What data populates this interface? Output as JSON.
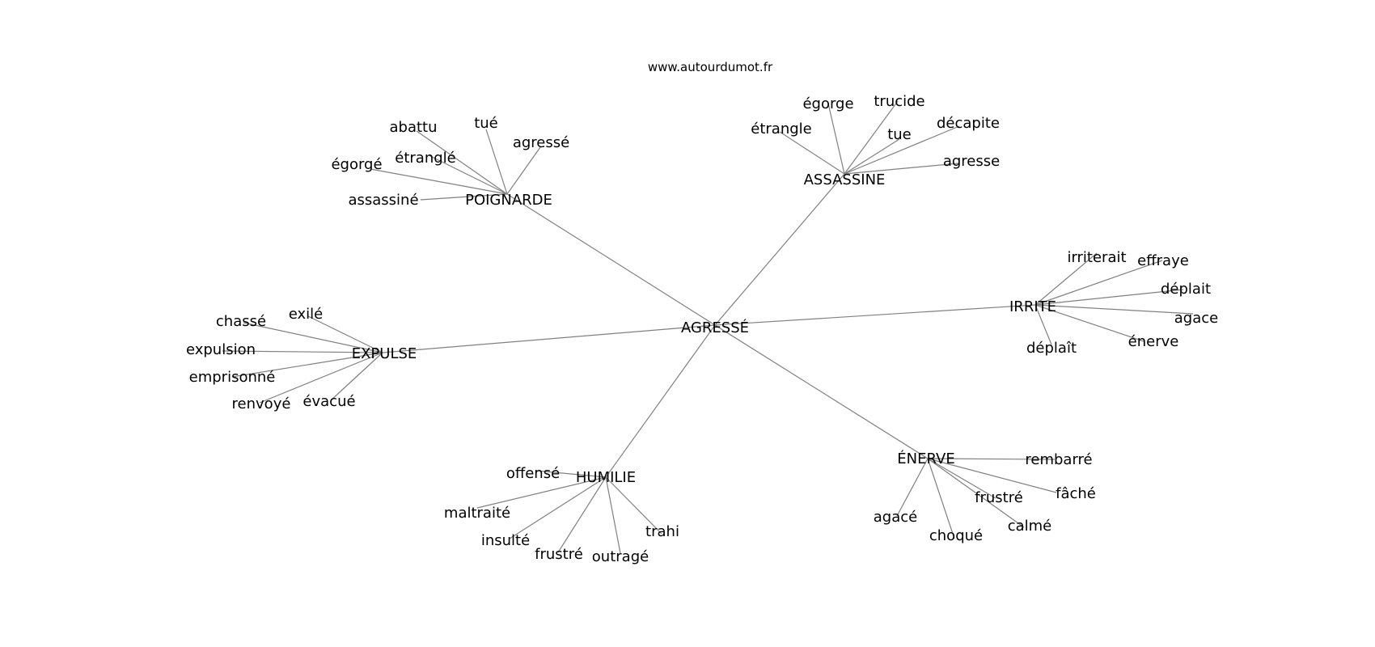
{
  "site_credit": "www.autourdumot.fr",
  "graph": {
    "center": {
      "id": "agresse",
      "label": "AGRESSÉ"
    },
    "hubs": [
      {
        "id": "poignarde",
        "label": "POIGNARDE",
        "leaves": [
          "abattu",
          "tué",
          "agressé",
          "égorgé",
          "étranglé",
          "assassiné"
        ]
      },
      {
        "id": "assassine",
        "label": "ASSASSINE",
        "leaves": [
          "égorge",
          "trucide",
          "étrangle",
          "tue",
          "décapite",
          "agresse"
        ]
      },
      {
        "id": "irrite",
        "label": "IRRITE",
        "leaves": [
          "irriterait",
          "effraye",
          "déplait",
          "agace",
          "énerve",
          "déplaît"
        ]
      },
      {
        "id": "expulse",
        "label": "EXPULSE",
        "leaves": [
          "exilé",
          "chassé",
          "expulsion",
          "emprisonné",
          "renvoyé",
          "évacué"
        ]
      },
      {
        "id": "humilie",
        "label": "HUMILIE",
        "leaves": [
          "offensé",
          "maltraité",
          "insulté",
          "frustré",
          "outragé",
          "trahi"
        ]
      },
      {
        "id": "enerve",
        "label": "ÉNERVE",
        "leaves": [
          "rembarré",
          "fâché",
          "frustré",
          "calmé",
          "choqué",
          "agacé"
        ]
      }
    ]
  }
}
